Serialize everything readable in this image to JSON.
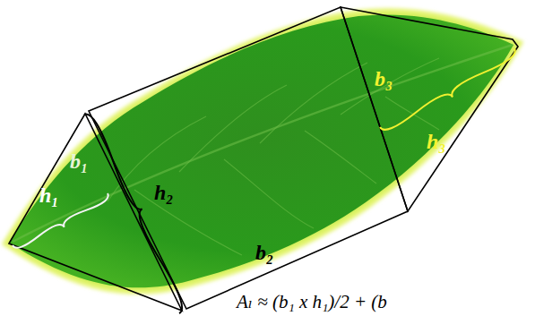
{
  "diagram": {
    "labels": [
      "b₁",
      "h₁",
      "h₂",
      "b₂",
      "b₃",
      "h₃",
      "Aₗ ≈ (b₁ x h₁)/2 + (b"
    ]
  }
}
